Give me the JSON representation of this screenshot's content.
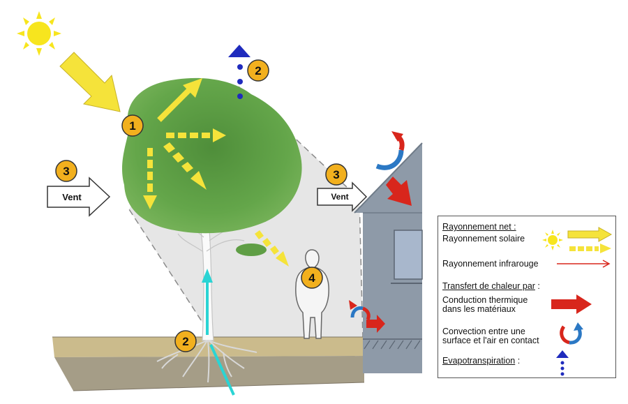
{
  "markers": {
    "one": "1",
    "two_top": "2",
    "two_bottom": "2",
    "three_left": "3",
    "three_right": "3",
    "four": "4"
  },
  "wind": {
    "left_label": "Vent",
    "right_label": "Vent"
  },
  "legend": {
    "net_radiation_title": "Rayonnement net :",
    "solar_radiation": "Rayonnement solaire",
    "infrared_radiation": "Rayonnement infrarouge",
    "heat_transfer_title": "Transfert de chaleur par",
    "heat_transfer_colon": " :",
    "conduction_line1": "Conduction thermique",
    "conduction_line2": "dans les matériaux",
    "convection_line1": "Convection entre une",
    "convection_line2": "surface et l'air en contact",
    "evapotranspiration": "Evapotranspiration",
    "evapotranspiration_colon": " :"
  },
  "colors": {
    "sun": "#f7e51e",
    "solar_arrow": "#f5e33a",
    "marker_fill": "#f2b01e",
    "foliage": "#5f9e45",
    "shade": "#e4e4e4",
    "building": "#8d9aa8",
    "ground_top": "#c9b98a",
    "ground_bottom": "#a29a85",
    "conduction": "#d8261c",
    "convection_blue": "#2b78c4",
    "evapo": "#1f2bbd",
    "sap": "#2ad4d4"
  }
}
